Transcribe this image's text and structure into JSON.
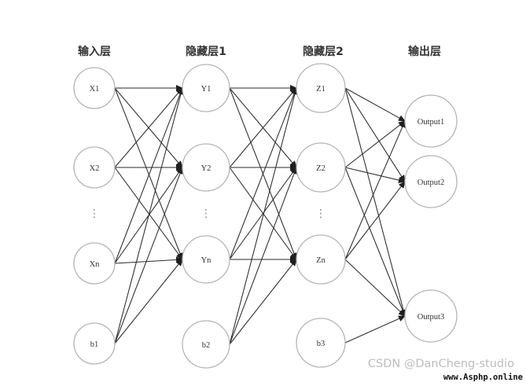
{
  "layer_titles": [
    "输入层",
    "隐藏层1",
    "隐藏层2",
    "输出层"
  ],
  "layers": [
    [
      "X1",
      "X2",
      "Xn",
      "b1"
    ],
    [
      "Y1",
      "Y2",
      "Yn",
      "b2"
    ],
    [
      "Z1",
      "Z2",
      "Zn",
      "b3"
    ],
    [
      "Output1",
      "Output2",
      "Output3"
    ]
  ],
  "ellipsis": "⋮",
  "watermark": "CSDN @DanCheng-studio",
  "site": "www.Asphp.online",
  "colors": {
    "edge": "#2a2a2a",
    "node_border": "#b5b5b5",
    "text": "#333333"
  }
}
